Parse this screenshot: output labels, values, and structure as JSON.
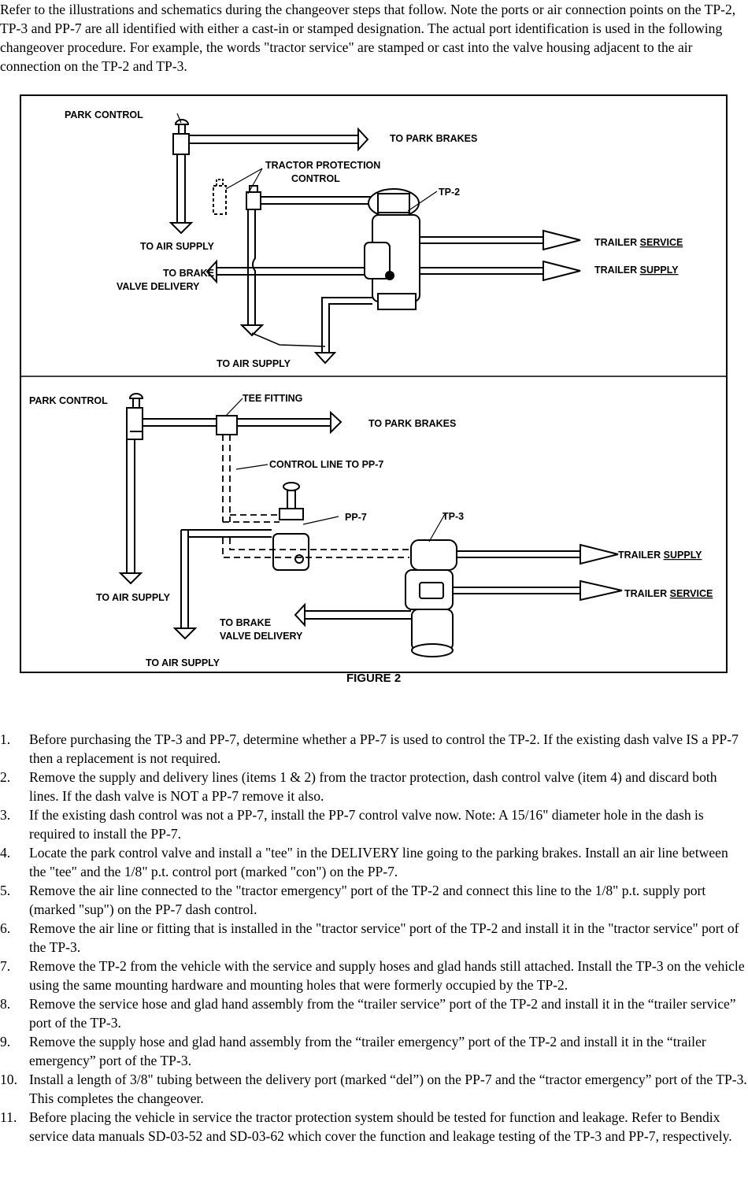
{
  "intro": "Refer to the illustrations and schematics during the changeover steps that follow. Note the ports or air connection points on the TP-2, TP-3 and PP-7 are all identified with either a cast-in or stamped designation. The actual port identification is used in the following changeover procedure. For example, the words \"tractor service\" are stamped or cast into the valve housing adjacent to the air connection on the TP-2 and TP-3.",
  "figure": {
    "caption": "FIGURE 2",
    "top": {
      "park_control": "PARK CONTROL",
      "to_park_brakes": "TO PARK BRAKES",
      "tp_control_1": "TRACTOR PROTECTION",
      "tp_control_2": "CONTROL",
      "valve": "TP-2",
      "to_air_supply": "TO AIR SUPPLY",
      "to_brake_1": "TO BRAKE",
      "to_brake_2": "VALVE DELIVERY",
      "trailer_service_a": "TRAILER",
      "trailer_service_b": "SERVICE",
      "trailer_supply_a": "TRAILER",
      "trailer_supply_b": "SUPPLY",
      "to_air_supply_bottom": "TO AIR SUPPLY"
    },
    "bottom": {
      "park_control": "PARK CONTROL",
      "tee_fitting": "TEE FITTING",
      "to_park_brakes": "TO PARK BRAKES",
      "control_line": "CONTROL LINE TO PP-7",
      "pp7": "PP-7",
      "tp3": "TP-3",
      "trailer_supply_a": "TRAILER",
      "trailer_supply_b": "SUPPLY",
      "trailer_service_a": "TRAILER",
      "trailer_service_b": "SERVICE",
      "to_air_supply": "TO AIR SUPPLY",
      "to_brake_1": "TO BRAKE",
      "to_brake_2": "VALVE DELIVERY",
      "to_air_supply_bottom": "TO AIR SUPPLY"
    }
  },
  "steps": [
    {
      "num": "1.",
      "text": "Before purchasing the TP-3 and PP-7, determine whether a PP-7 is used to control the TP-2. If the existing dash valve IS a PP-7 then a replacement is not required."
    },
    {
      "num": "2.",
      "text": "Remove the supply and delivery lines (items 1 & 2) from the tractor protection, dash control valve (item 4) and discard both lines. If the dash valve is NOT a PP-7 remove it also."
    },
    {
      "num": "3.",
      "text": "If the existing dash control was not a PP-7, install the PP-7 control valve now. Note: A 15/16\" diameter hole in the dash is required to install the PP-7."
    },
    {
      "num": "4.",
      "text": "Locate the park control valve and install a \"tee\" in the DELIVERY line going to the parking brakes. Install an air line between the \"tee\" and the 1/8\" p.t. control port (marked \"con\") on the PP-7."
    },
    {
      "num": "5.",
      "text": "Remove the air line connected to the \"tractor emergency\" port of the TP-2 and connect this line to the 1/8\" p.t. supply port (marked \"sup\") on the PP-7 dash control."
    },
    {
      "num": "6.",
      "text": "Remove the air line or fitting that is installed in the \"tractor service\" port of the TP-2 and install it in the \"tractor service\" port of the TP-3."
    },
    {
      "num": "7.",
      "text": "Remove the TP-2 from the vehicle with the service and supply hoses and glad hands still attached. Install the TP-3 on the vehicle using the same mounting hardware and mounting holes that were formerly occupied by the TP-2."
    },
    {
      "num": "8.",
      "text": "Remove the service hose and glad hand assembly from the “trailer service” port of the TP-2 and install it in the “trailer service” port of the TP-3."
    },
    {
      "num": "9.",
      "text": "Remove the supply hose and glad hand assembly from the “trailer emergency” port of the TP-2 and install it in the “trailer emergency” port of the TP-3."
    },
    {
      "num": "10.",
      "text": "Install a length of 3/8\" tubing between the delivery port (marked “del”) on the PP-7 and the “tractor emergency” port of the TP-3. This completes the changeover."
    },
    {
      "num": "11.",
      "text": "Before placing the vehicle in service the tractor protection system should be tested for function and leakage. Refer to Bendix service data manuals SD-03-52 and SD-03-62 which cover the function and leakage testing of the TP-3 and PP-7, respectively."
    }
  ]
}
